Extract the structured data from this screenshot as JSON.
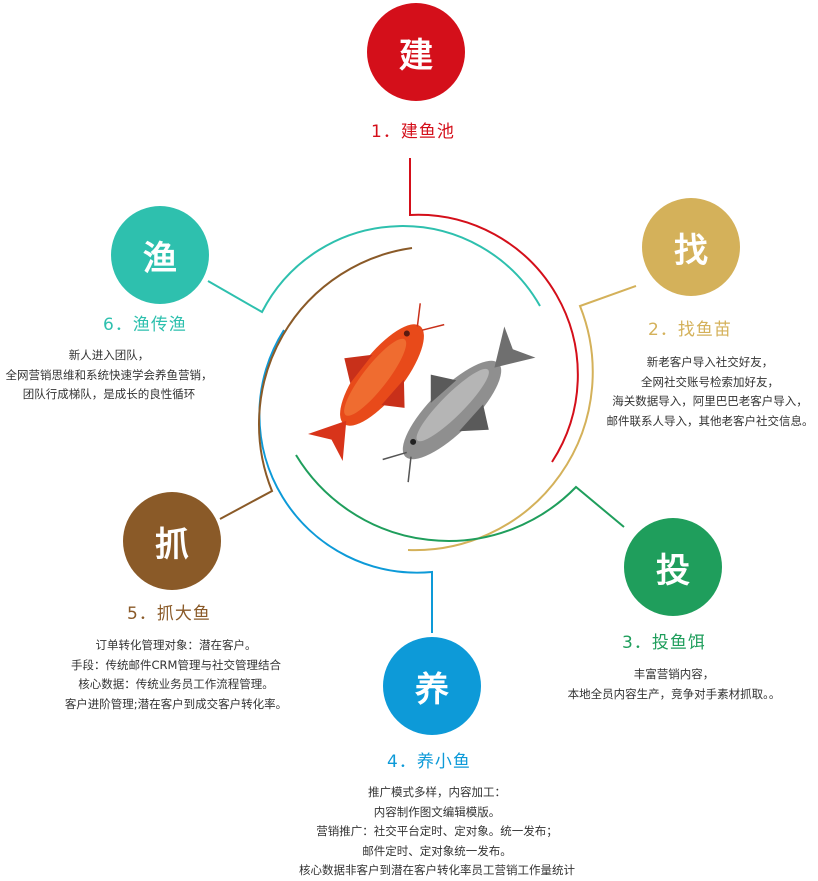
{
  "colors": {
    "red": "#d40f1a",
    "gold": "#d4b15a",
    "green": "#1f9e5c",
    "blue": "#0d9ad8",
    "brown": "#8a5a28",
    "teal": "#2ec0ae",
    "fish_red": "#e84a1a",
    "fish_gray": "#8f8f8f"
  },
  "steps": [
    {
      "char": "建",
      "title": "1．建鱼池",
      "lines": []
    },
    {
      "char": "找",
      "title": "2．找鱼苗",
      "lines": [
        "新老客户导入社交好友，",
        "全网社交账号检索加好友，",
        "海关数据导入，阿里巴巴老客户导入，",
        "邮件联系人导入，其他老客户社交信息。"
      ]
    },
    {
      "char": "投",
      "title": "3．投鱼饵",
      "lines": [
        "丰富营销内容，",
        "本地全员内容生产，竞争对手素材抓取。。"
      ]
    },
    {
      "char": "养",
      "title": "4．养小鱼",
      "lines": [
        "推广模式多样，内容加工：",
        "内容制作图文编辑模版。",
        "营销推广：社交平台定时、定对象。统一发布；",
        "邮件定时、定对象统一发布。",
        "核心数据非客户到潜在客户转化率员工营销工作量统计"
      ]
    },
    {
      "char": "抓",
      "title": "5．抓大鱼",
      "lines": [
        "订单转化管理对象：潜在客户。",
        "手段：传统邮件CRM管理与社交管理结合",
        "核心数据：传统业务员工作流程管理。",
        "客户进阶管理;潜在客户到成交客户转化率。"
      ]
    },
    {
      "char": "渔",
      "title": "6．渔传渔",
      "lines": [
        "新人进入团队，",
        "全网营销思维和系统快速学会养鱼营销，",
        "团队行成梯队，是成长的良性循环"
      ]
    }
  ]
}
